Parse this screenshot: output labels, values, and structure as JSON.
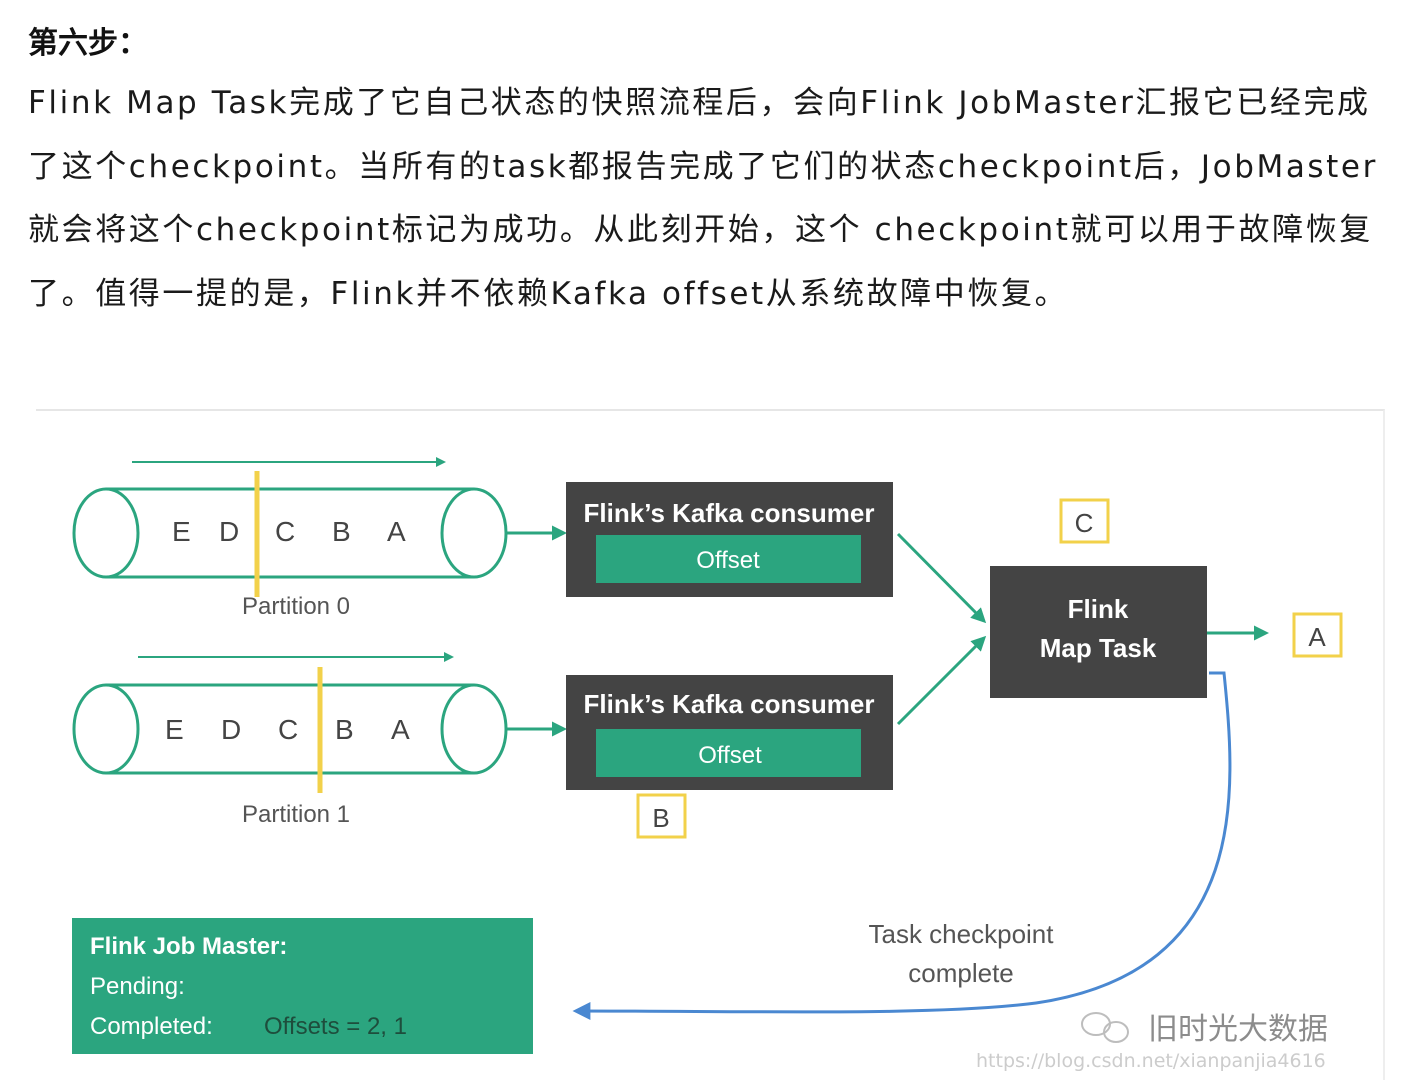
{
  "article": {
    "heading": "第六步：",
    "paragraph": "Flink Map Task完成了它自己状态的快照流程后，会向Flink JobMaster汇报它已经完成了这个checkpoint。当所有的task都报告完成了它们的状态checkpoint后，JobMaster就会将这个checkpoint标记为成功。从此刻开始，这个 checkpoint就可以用于故障恢复了。值得一提的是，Flink并不依赖Kafka offset从系统故障中恢复。"
  },
  "diagram": {
    "partition0": {
      "label": "Partition 0",
      "letters": [
        "E",
        "D",
        "C",
        "B",
        "A"
      ]
    },
    "partition1": {
      "label": "Partition 1",
      "letters": [
        "E",
        "D",
        "C",
        "B",
        "A"
      ]
    },
    "consumer_top": {
      "title": "Flink’s Kafka consumer",
      "offset": "Offset"
    },
    "consumer_bottom": {
      "title": "Flink’s Kafka consumer",
      "offset": "Offset"
    },
    "map_task": {
      "line1": "Flink",
      "line2": "Map Task"
    },
    "marker_c": "C",
    "marker_a": "A",
    "marker_b": "B",
    "checkpoint_label": {
      "line1": "Task checkpoint",
      "line2": "complete"
    },
    "job_master": {
      "title": "Flink Job Master:",
      "pending": "Pending:",
      "completed": "Completed:",
      "offsets": "Offsets = 2, 1"
    },
    "watermark_brand": "旧时光大数据",
    "watermark_url": "https://blog.csdn.net/xianpanjia4616",
    "colors": {
      "green": "#2ba57f",
      "dark_box": "#444444",
      "yellow": "#f2d14a",
      "blue": "#4a88d1"
    }
  }
}
